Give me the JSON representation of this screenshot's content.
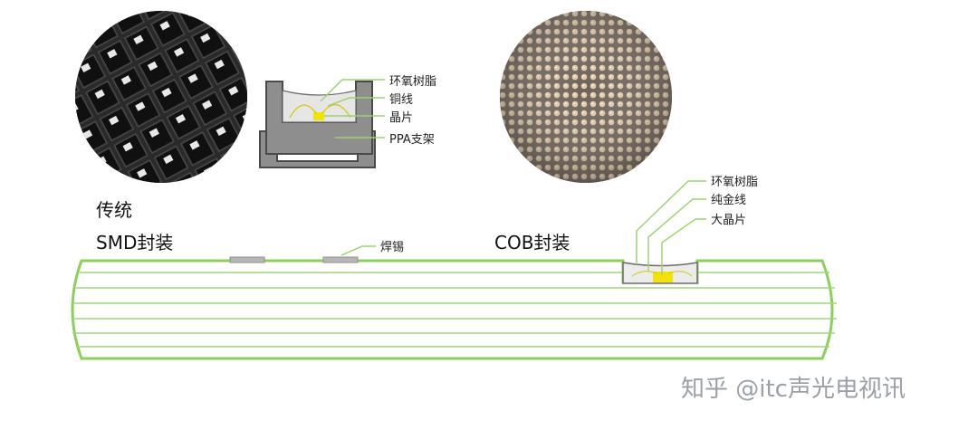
{
  "smd_section": {
    "title_line1": "传统",
    "title_line2": "SMD封装",
    "callouts": [
      "环氧树脂",
      "铜线",
      "晶片",
      "PPA支架"
    ],
    "solder_label": "焊锡"
  },
  "cob_section": {
    "title": "COB封装",
    "callouts": [
      "环氧树脂",
      "纯金线",
      "大晶片"
    ]
  },
  "watermark": "知乎 @itc声光电视讯",
  "colors": {
    "pcb_outline": "#8ccf5a",
    "callout_line": "#9bd36a",
    "chip": "#f2e300",
    "housing": "#8e8e8e",
    "solder": "#b6b6b6"
  }
}
